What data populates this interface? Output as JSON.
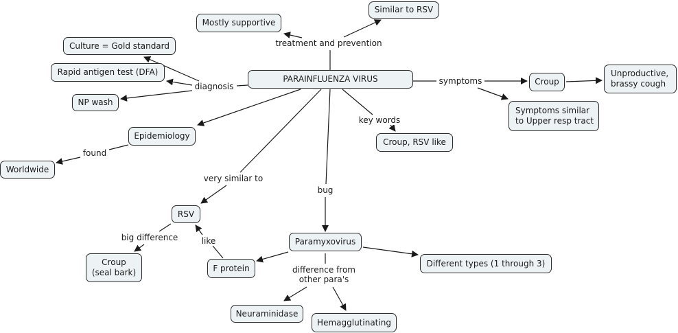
{
  "title": "PARAINFLUENZA VIRUS",
  "nodes": {
    "main": "PARAINFLUENZA VIRUS",
    "mostly_supportive": "Mostly supportive",
    "similar_rsv": "Similar to RSV",
    "culture": "Culture = Gold standard",
    "rapid_antigen": "Rapid antigen test (DFA)",
    "np_wash": "NP wash",
    "croup": "Croup",
    "unproductive": "Unproductive,\nbrassy cough",
    "symptoms_similar": "Symptoms similar\nto Upper resp tract",
    "croup_rsv_like": "Croup, RSV like",
    "epidemiology": "Epidemiology",
    "worldwide": "Worldwide",
    "rsv": "RSV",
    "croup_seal": "Croup\n(seal bark)",
    "f_protein": "F protein",
    "paramyxovirus": "Paramyxovirus",
    "different_types": "Different types (1 through 3)",
    "neuraminidase": "Neuraminidase",
    "hemagglutinating": "Hemagglutinating"
  },
  "link_labels": {
    "treatment": "treatment and prevention",
    "diagnosis": "diagnosis",
    "symptoms": "symptoms",
    "key_words": "key words",
    "found": "found",
    "very_similar": "very similar to",
    "bug": "bug",
    "big_difference": "big difference",
    "like": "like",
    "difference_from": "difference from\nother para's"
  },
  "colors": {
    "node_fill": "#edf2f5",
    "node_border": "#2b2b2b",
    "line": "#1a1a1a"
  }
}
